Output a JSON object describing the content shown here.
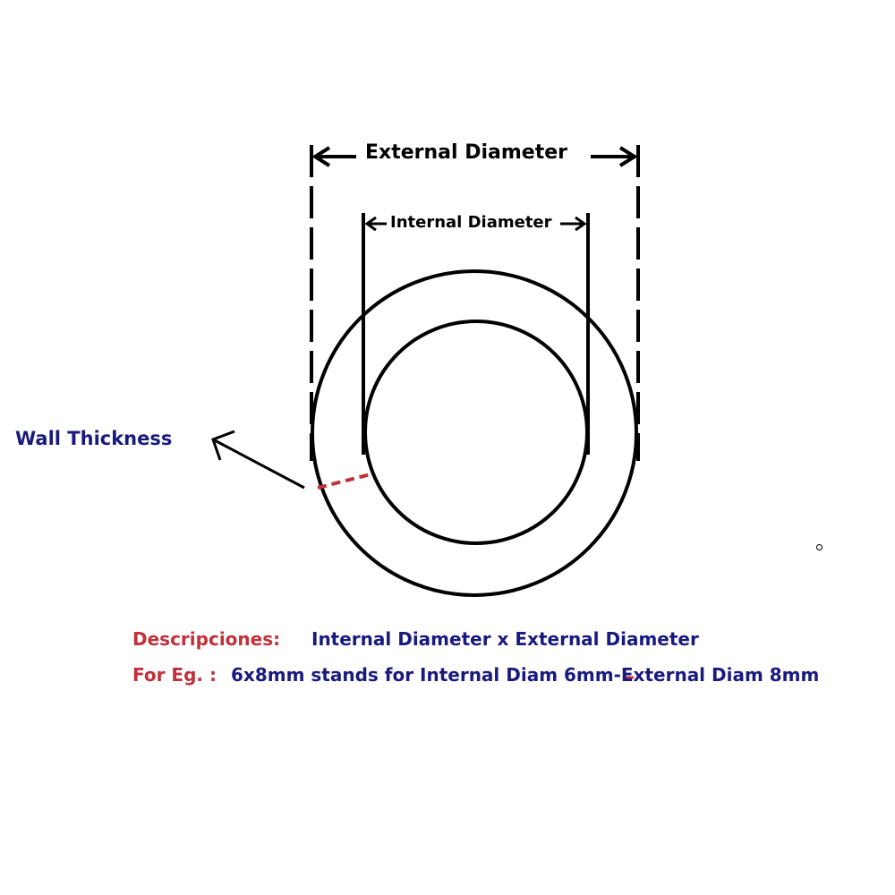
{
  "diagram": {
    "external_diameter_label": "External Diameter",
    "internal_diameter_label": "Internal Diameter",
    "wall_thickness_label": "Wall Thickness"
  },
  "description": {
    "row1_key": "Descripciones:",
    "row1_value": "Internal Diameter x External Diameter",
    "row2_key": "For Eg. :",
    "row2_value": "6x8mm stands for Internal Diam 6mm-External Diam 8mm"
  },
  "colors": {
    "line": "#000000",
    "label_blue": "#1a1a7e",
    "label_red": "#c0313a",
    "wall_dash": "#c0313a"
  }
}
